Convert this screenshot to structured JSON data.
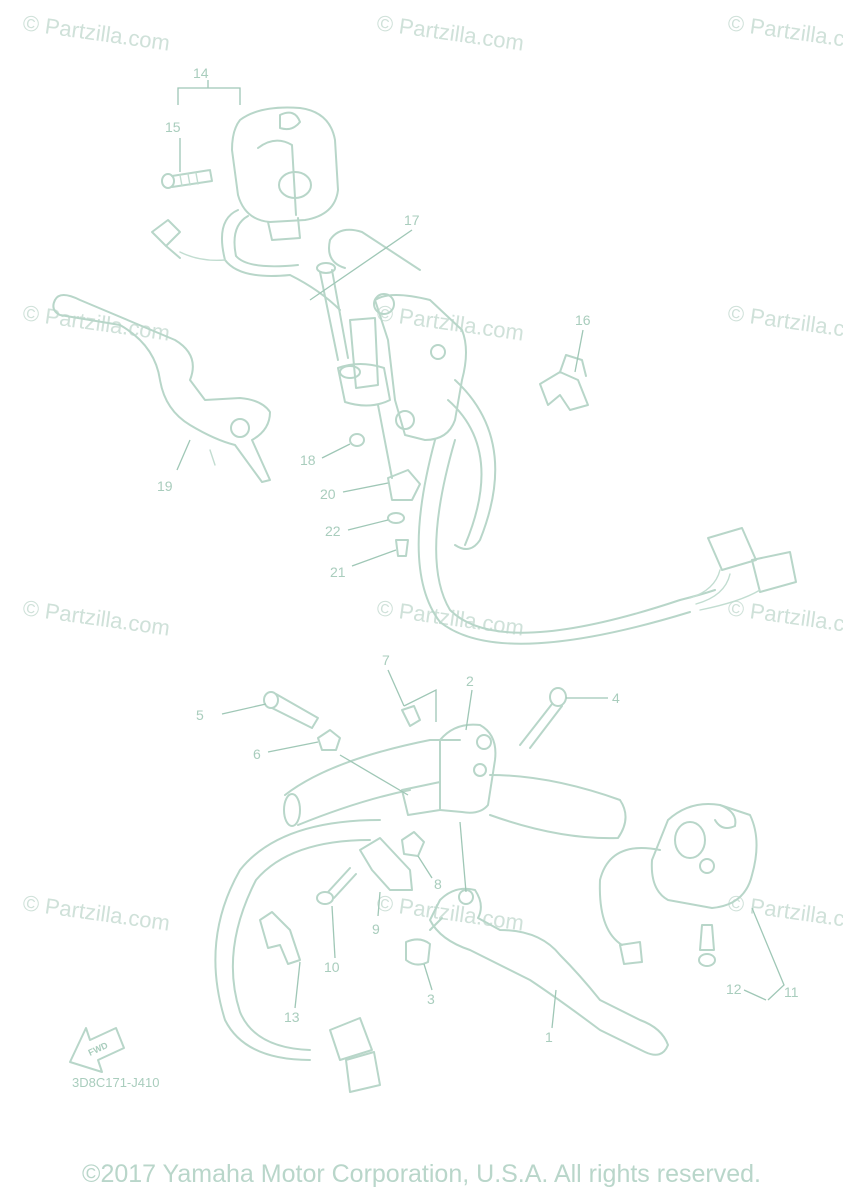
{
  "watermark": "© Partzilla.com",
  "diagram_code": "3D8C171-J410",
  "fwd_label": "FWD",
  "copyright": "©2017 Yamaha Motor Corporation, U.S.A. All rights reserved.",
  "callouts": {
    "c1": "1",
    "c2": "2",
    "c3": "3",
    "c4": "4",
    "c5": "5",
    "c6": "6",
    "c7": "7",
    "c8": "8",
    "c9": "9",
    "c10": "10",
    "c11": "11",
    "c12": "12",
    "c13": "13",
    "c14": "14",
    "c15": "15",
    "c16": "16",
    "c17": "17",
    "c18": "18",
    "c19": "19",
    "c20": "20",
    "c21": "21",
    "c22": "22"
  }
}
